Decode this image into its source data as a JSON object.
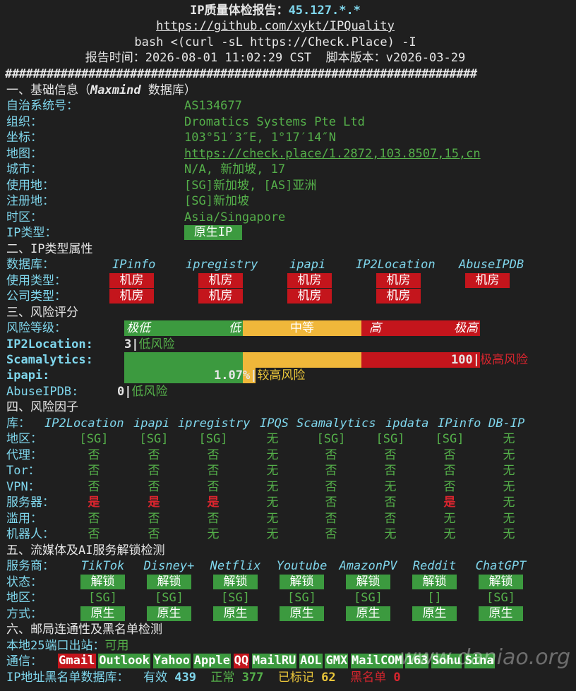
{
  "header": {
    "title": "IP质量体检报告：",
    "ip": "45.127.*.*",
    "repo": "https://github.com/xykt/IPQuality",
    "command": "bash <(curl -sL https://Check.Place) -I",
    "time_label": "报告时间：",
    "time_value": "2026-08-01 11:02:29 CST",
    "version_label": "脚本版本：",
    "version_value": "v2026-03-29",
    "divider": "####################################################################"
  },
  "s1": {
    "title": "一、基础信息（",
    "db": "Maxmind",
    "title_tail": " 数据库）",
    "asn_label": "自治系统号：",
    "asn": "AS134677",
    "org_label": "组织：",
    "org": "Dromatics Systems Pte Ltd",
    "coord_label": "坐标：",
    "coord": "103°51′3″E, 1°17′14″N",
    "map_label": "地图：",
    "map": "https://check.place/1.2872,103.8507,15,cn",
    "city_label": "城市：",
    "city": "N/A, 新加坡, 17",
    "use_label": "使用地：",
    "use": "[SG]新加坡, [AS]亚洲",
    "reg_label": "注册地：",
    "reg": "[SG]新加坡",
    "tz_label": "时区：",
    "tz": "Asia/Singapore",
    "iptype_label": "IP类型：",
    "iptype": "原生IP"
  },
  "s2": {
    "title": "二、IP类型属性",
    "db_label": "数据库：",
    "dbs": [
      "IPinfo",
      "ipregistry",
      "ipapi",
      "IP2Location",
      "AbuseIPDB"
    ],
    "usage_label": "使用类型：",
    "usage": [
      "机房",
      "机房",
      "机房",
      "机房",
      "机房"
    ],
    "company_label": "公司类型：",
    "company": [
      "机房",
      "机房",
      "机房",
      "机房"
    ]
  },
  "s3": {
    "title": "三、风险评分",
    "level_label": "风险等级：",
    "levels": [
      "极低",
      "低",
      "中等",
      "高",
      "极高"
    ],
    "ip2loc_label": "IP2Location:",
    "ip2loc_score": "3",
    "ip2loc_desc": "低风险",
    "scam_label": "Scamalytics:",
    "scam_score": "100",
    "scam_desc": "极高风险",
    "ipapi_label": "ipapi:",
    "ipapi_score": "1.07%",
    "ipapi_desc": "较高风险",
    "abuse_label": "AbuseIPDB:",
    "abuse_score": "0",
    "abuse_desc": "低风险"
  },
  "s4": {
    "title": "四、风险因子",
    "lib_label": "库：",
    "libs": [
      "IP2Location",
      "ipapi",
      "ipregistry",
      "IPQS",
      "Scamalytics",
      "ipdata",
      "IPinfo",
      "DB-IP"
    ],
    "rows": [
      {
        "label": "地区：",
        "cells": [
          [
            "[SG]",
            "g"
          ],
          [
            "[SG]",
            "g"
          ],
          [
            "[SG]",
            "g"
          ],
          [
            "无",
            "g"
          ],
          [
            "[SG]",
            "g"
          ],
          [
            "[SG]",
            "g"
          ],
          [
            "[SG]",
            "g"
          ],
          [
            "无",
            "g"
          ]
        ]
      },
      {
        "label": "代理：",
        "cells": [
          [
            "否",
            "g"
          ],
          [
            "否",
            "g"
          ],
          [
            "否",
            "g"
          ],
          [
            "无",
            "g"
          ],
          [
            "否",
            "g"
          ],
          [
            "否",
            "g"
          ],
          [
            "否",
            "g"
          ],
          [
            "无",
            "g"
          ]
        ]
      },
      {
        "label": "Tor：",
        "cells": [
          [
            "否",
            "g"
          ],
          [
            "否",
            "g"
          ],
          [
            "否",
            "g"
          ],
          [
            "无",
            "g"
          ],
          [
            "否",
            "g"
          ],
          [
            "否",
            "g"
          ],
          [
            "否",
            "g"
          ],
          [
            "无",
            "g"
          ]
        ]
      },
      {
        "label": "VPN：",
        "cells": [
          [
            "否",
            "g"
          ],
          [
            "否",
            "g"
          ],
          [
            "否",
            "g"
          ],
          [
            "无",
            "g"
          ],
          [
            "否",
            "g"
          ],
          [
            "无",
            "g"
          ],
          [
            "否",
            "g"
          ],
          [
            "无",
            "g"
          ]
        ]
      },
      {
        "label": "服务器：",
        "cells": [
          [
            "是",
            "r"
          ],
          [
            "是",
            "r"
          ],
          [
            "是",
            "r"
          ],
          [
            "无",
            "g"
          ],
          [
            "否",
            "g"
          ],
          [
            "否",
            "g"
          ],
          [
            "是",
            "r"
          ],
          [
            "无",
            "g"
          ]
        ]
      },
      {
        "label": "滥用：",
        "cells": [
          [
            "否",
            "g"
          ],
          [
            "否",
            "g"
          ],
          [
            "否",
            "g"
          ],
          [
            "无",
            "g"
          ],
          [
            "否",
            "g"
          ],
          [
            "否",
            "g"
          ],
          [
            "无",
            "g"
          ],
          [
            "无",
            "g"
          ]
        ]
      },
      {
        "label": "机器人：",
        "cells": [
          [
            "否",
            "g"
          ],
          [
            "否",
            "g"
          ],
          [
            "无",
            "g"
          ],
          [
            "无",
            "g"
          ],
          [
            "否",
            "g"
          ],
          [
            "无",
            "g"
          ],
          [
            "无",
            "g"
          ],
          [
            "无",
            "g"
          ]
        ]
      }
    ]
  },
  "s5": {
    "title": "五、流媒体及AI服务解锁检测",
    "svc_label": "服务商：",
    "services": [
      "TikTok",
      "Disney+",
      "Netflix",
      "Youtube",
      "AmazonPV",
      "Reddit",
      "ChatGPT"
    ],
    "status_label": "状态：",
    "status": [
      "解锁",
      "解锁",
      "解锁",
      "解锁",
      "解锁",
      "解锁",
      "解锁"
    ],
    "region_label": "地区：",
    "region": [
      "[SG]",
      "[SG]",
      "[SG]",
      "[SG]",
      "[SG]",
      "[]",
      "[SG]"
    ],
    "method_label": "方式：",
    "method": [
      "原生",
      "原生",
      "原生",
      "原生",
      "原生",
      "原生",
      "原生"
    ]
  },
  "s6": {
    "title": "六、邮局连通性及黑名单检测",
    "port_label": "本地25端口出站：",
    "port_value": "可用",
    "mail_label": "通信：",
    "mail": [
      [
        "Gmail",
        "r"
      ],
      [
        "Outlook",
        "g"
      ],
      [
        "Yahoo",
        "g"
      ],
      [
        "Apple",
        "g"
      ],
      [
        "QQ",
        "r"
      ],
      [
        "MailRU",
        "g"
      ],
      [
        "AOL",
        "g"
      ],
      [
        "GMX",
        "g"
      ],
      [
        "MailCOM",
        "g"
      ],
      [
        "163",
        "g"
      ],
      [
        "Sohu",
        "g"
      ],
      [
        "Sina",
        "g"
      ]
    ],
    "bl_label": "IP地址黑名单数据库：",
    "valid_label": "有效",
    "valid": "439",
    "normal_label": "正常",
    "normal": "377",
    "marked_label": "已标记",
    "marked": "62",
    "black_label": "黑名单",
    "black": "0"
  },
  "watermark": "www.daniao.org"
}
